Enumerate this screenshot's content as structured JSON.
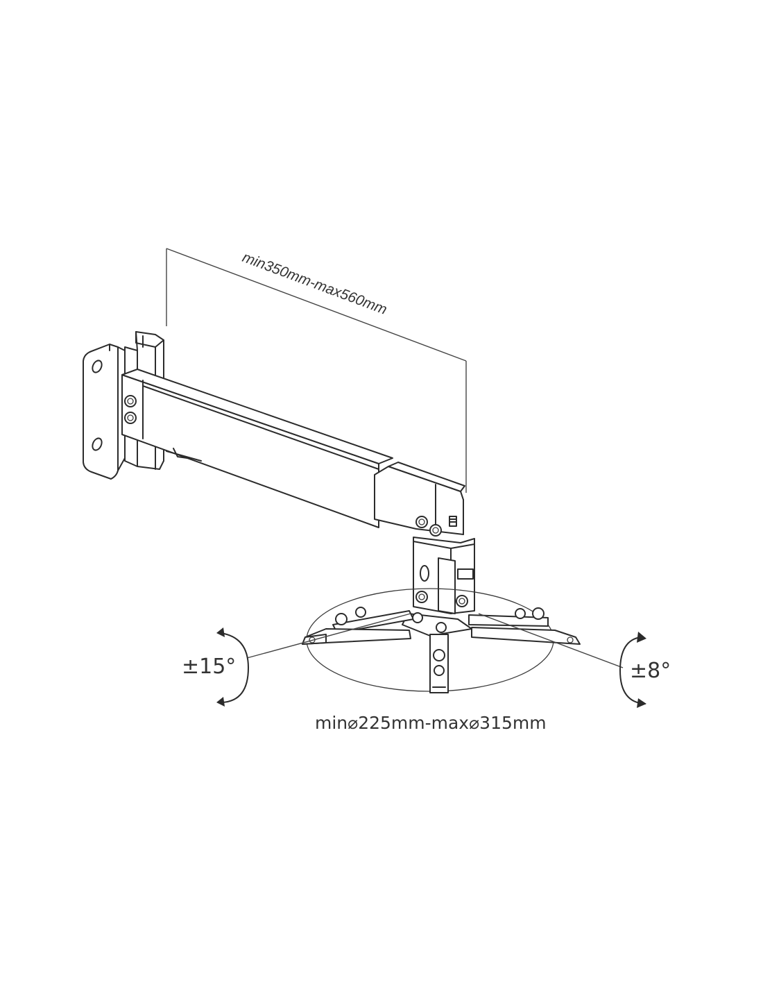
{
  "labels": {
    "arm_extension": "min350mm-max560mm",
    "plate_diameter": "min⌀225mm-max⌀315mm",
    "tilt_left": "±15°",
    "tilt_right": "±8°"
  },
  "colors": {
    "line": "#2b2b2b",
    "text": "#333333",
    "background": "#ffffff"
  }
}
